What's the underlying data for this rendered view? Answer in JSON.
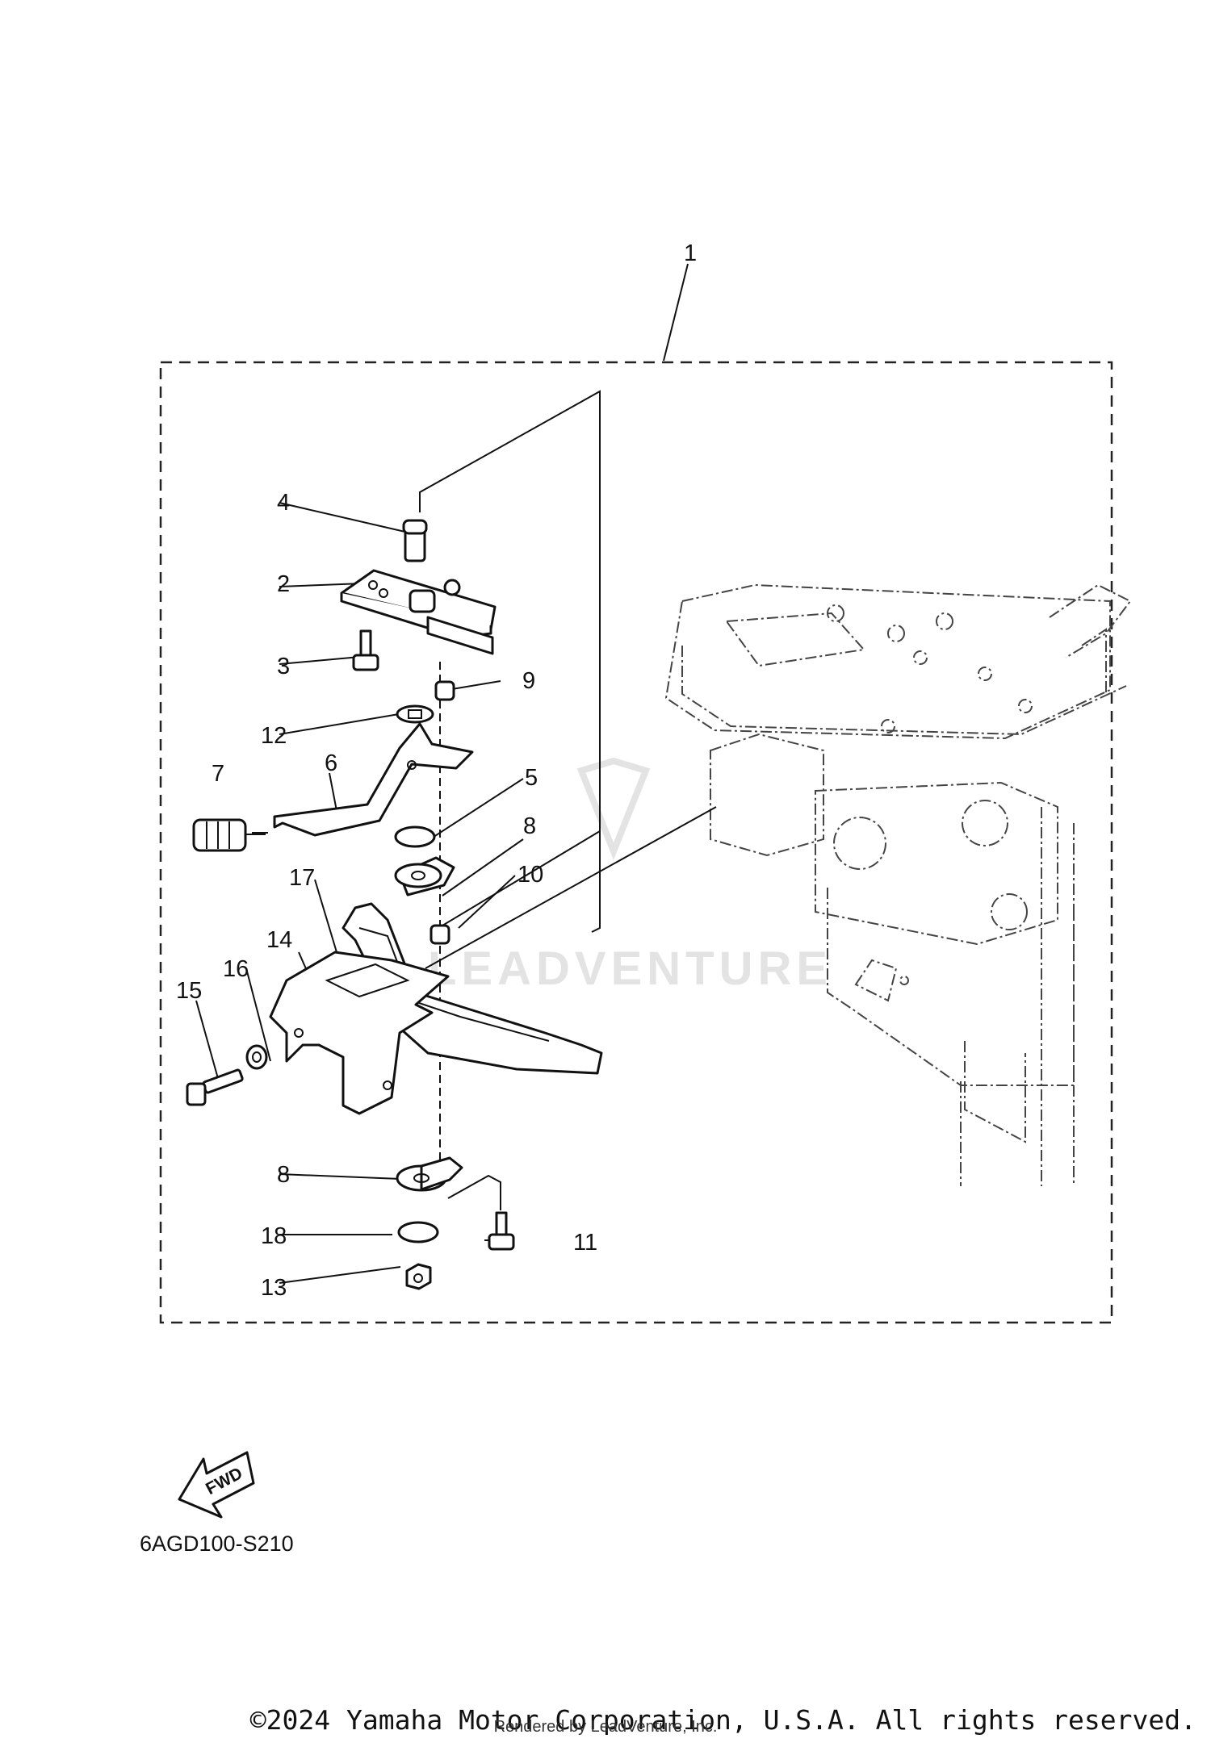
{
  "diagram": {
    "callouts": [
      "1",
      "2",
      "3",
      "4",
      "5",
      "6",
      "7",
      "8",
      "9",
      "10",
      "11",
      "12",
      "13",
      "14",
      "15",
      "16",
      "17",
      "18"
    ],
    "fwd_label": "FWD",
    "diagram_code": "6AGD100-S210",
    "watermark": "LEADVENTURE"
  },
  "footer": {
    "copyright": "©2024 Yamaha Motor Corporation, U.S.A. All rights reserved.",
    "rendered_by": "Rendered by LeadVenture, Inc."
  }
}
